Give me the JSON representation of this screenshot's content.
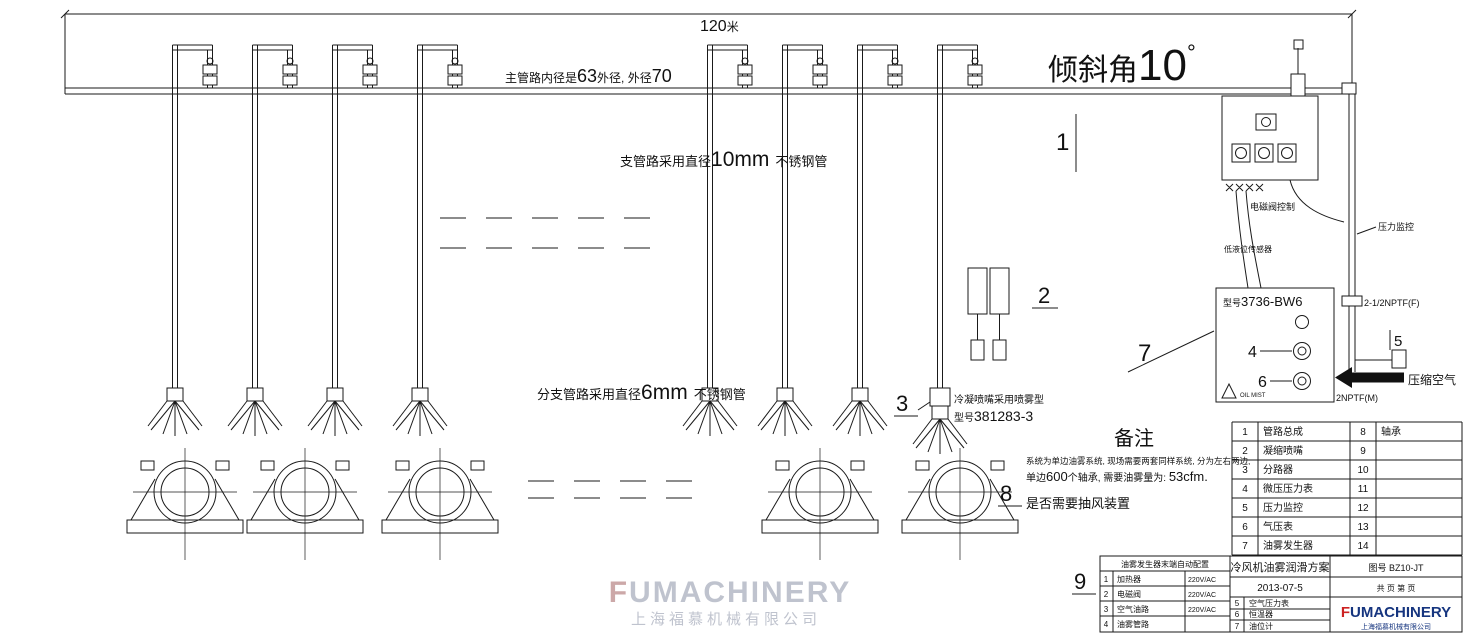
{
  "texts": {
    "dim": {
      "num": "120",
      "unit": "米"
    },
    "main_spec": {
      "p1": "主管路内径是",
      "d1": "63",
      "p2": "外径, 外径",
      "d2": "70"
    },
    "incline": {
      "p": "倾斜角",
      "v": "10",
      "deg": "°"
    },
    "branch": {
      "p": "支管路采用直径",
      "v": "10mm",
      "s": "不锈钢管"
    },
    "subbranch": {
      "p": "分支管路采用直径",
      "v": "6mm",
      "s": "不锈钢管"
    },
    "nozzle_note": {
      "l1": "冷凝喷嘴采用喷雾型",
      "l2p": "型号",
      "l2v": "381283-3"
    },
    "generator": {
      "p": "型号",
      "v": "3736-BW6",
      "warn": "OIL MIST"
    },
    "wire1": "电磁阀控制",
    "wire2": "低液位传感器",
    "pressure_monitor": "压力监控",
    "nptf_f": "2-1/2NPTF(F)",
    "nptf_m": "2NPTF(M)",
    "air": "压缩空气",
    "remarks": {
      "title": "备注",
      "l1": "系统为单边油雾系统, 现场需要两套同样系统, 分为左右两边,",
      "l2a": "单边",
      "l2b": "600",
      "l2c": "个轴承, 需要油雾量为: ",
      "l2d": "53cfm.",
      "l3": "是否需要抽风装置"
    }
  },
  "callouts": {
    "n1": "1",
    "n2": "2",
    "n3": "3",
    "n4": "4",
    "n5": "5",
    "n6": "6",
    "n7": "7",
    "n8": "8",
    "n9": "9"
  },
  "parts_table": {
    "rows": [
      {
        "no": "1",
        "name": "管路总成",
        "no2": "8",
        "name2": "轴承"
      },
      {
        "no": "2",
        "name": "凝缩喷嘴",
        "no2": "9",
        "name2": ""
      },
      {
        "no": "3",
        "name": "分路器",
        "no2": "10",
        "name2": ""
      },
      {
        "no": "4",
        "name": "微压压力表",
        "no2": "11",
        "name2": ""
      },
      {
        "no": "5",
        "name": "压力监控",
        "no2": "12",
        "name2": ""
      },
      {
        "no": "6",
        "name": "气压表",
        "no2": "13",
        "name2": ""
      },
      {
        "no": "7",
        "name": "油雾发生器",
        "no2": "14",
        "name2": ""
      }
    ]
  },
  "title_block": {
    "config_header": "油雾发生器末端自动配置",
    "config_rows": [
      {
        "no": "1",
        "name": "加热器",
        "spec": "220V/AC"
      },
      {
        "no": "2",
        "name": "电磁阀",
        "spec": "220V/AC"
      },
      {
        "no": "3",
        "name": "空气油路",
        "spec": "220V/AC"
      },
      {
        "no": "4",
        "name": "油雾管路",
        "spec": ""
      }
    ],
    "mid_rows": [
      {
        "no": "5",
        "name": "空气压力表"
      },
      {
        "no": "6",
        "name": "恒温器"
      },
      {
        "no": "7",
        "name": "油位计"
      }
    ],
    "project_title": "冷风机油雾润滑方案",
    "date": "2013-07-5",
    "drawing_no": "图号 BZ10-JT",
    "pages": "共 页 第 页",
    "logo_f": "F",
    "logo_rest": "UMACHINERY",
    "company": "上海福慕机械有限公司"
  },
  "watermark": {
    "logo_f": "F",
    "logo_rest": "UMACHINERY",
    "company": "上海福慕机械有限公司"
  },
  "colors": {
    "line": "#1a1a1a",
    "logo_blue": "#16357f",
    "logo_red": "#cc2222",
    "watermark_gray": "#b9bdc9"
  }
}
